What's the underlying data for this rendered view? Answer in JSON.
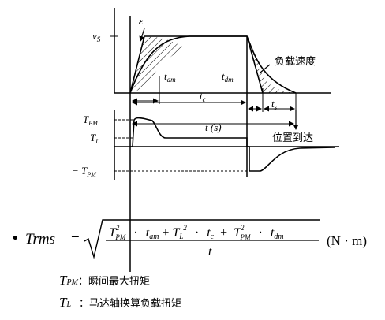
{
  "diagram": {
    "labels": {
      "vs": "v",
      "vs_sub": "S",
      "epsilon": "ε",
      "tam": "t",
      "tam_sub": "am",
      "tdm": "t",
      "tdm_sub": "dm",
      "tc": "t",
      "tc_sub": "c",
      "ts": "t",
      "ts_sub": "s",
      "t_s": "t (s)",
      "tpm": "T",
      "tpm_sub": "PM",
      "tl": "T",
      "tl_sub": "L",
      "neg_tpm_prefix": "− T",
      "neg_tpm_sub": "PM",
      "load_speed": "负载速度",
      "position_reached": "位置到达"
    }
  },
  "formula": {
    "bullet": "•",
    "lhs": "Trms",
    "equals": "=",
    "t1": "T",
    "t1_sub": "PM",
    "t1_sup": "2",
    "dot1": "·",
    "tam": "t",
    "tam_sub": "am",
    "plus1": "+",
    "t2": "T",
    "t2_sub": "L",
    "t2_sup": "2",
    "dot2": "·",
    "tc": "t",
    "tc_sub": "c",
    "plus2": "+",
    "t3": "T",
    "t3_sub": "PM",
    "t3_sup": "2",
    "dot3": "·",
    "tdm": "t",
    "tdm_sub": "dm",
    "denominator": "t",
    "unit": "(N · m)"
  },
  "legend": [
    {
      "sym": "T",
      "sub": "PM",
      "colon": "：",
      "desc": "瞬间最大扭矩"
    },
    {
      "sym": "T",
      "sub": "L",
      "colon": "：",
      "desc": "马达轴换算负载扭矩"
    }
  ]
}
